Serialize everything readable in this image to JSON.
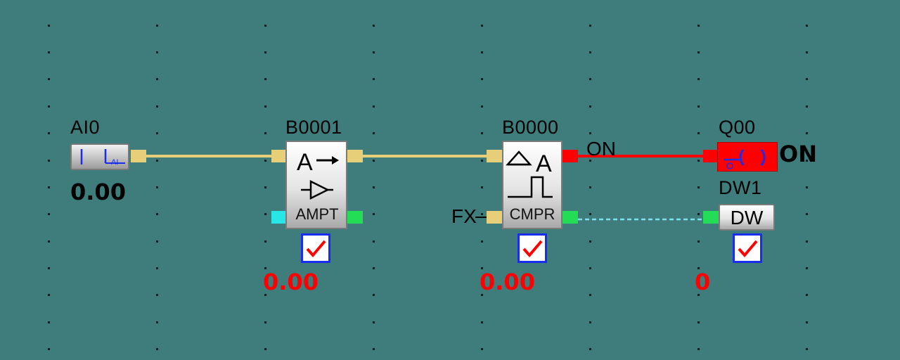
{
  "blocks": {
    "ai0": {
      "name": "AI0",
      "value": "0.00"
    },
    "b0001": {
      "name": "B0001",
      "function": "AMPT",
      "value": "0.00"
    },
    "b0000": {
      "name": "B0000",
      "function": "CMPR",
      "input_label": "FX",
      "value": "0.00",
      "output_state": "ON"
    },
    "q00": {
      "name": "Q00",
      "state": "ON"
    },
    "dw1": {
      "name": "DW1",
      "function": "DW",
      "value": "0"
    }
  },
  "colors": {
    "background": "#3f7c7c",
    "analog_wire": "#e6cf78",
    "digital_on_wire": "#ff0000",
    "word_wire": "#7fe0f0",
    "status_value": "#ff0000",
    "checkbox_border": "#1a2cf0"
  }
}
